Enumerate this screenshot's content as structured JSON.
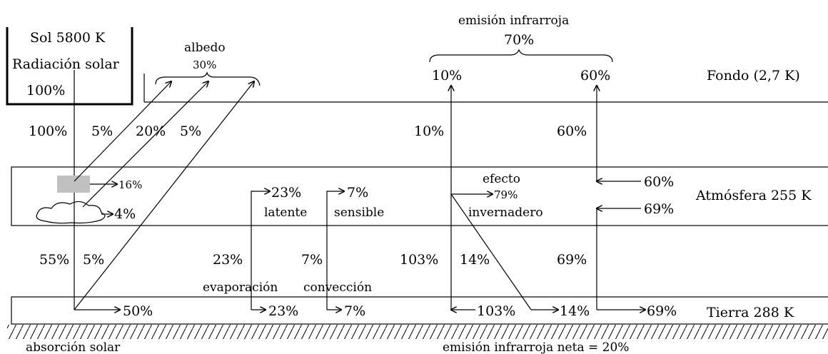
{
  "colors": {
    "ink": "#000000",
    "background": "#ffffff",
    "cloud_cell": "#c0c0c0"
  },
  "sun": {
    "line1": "Sol 5800 K",
    "line2": "Radiación solar",
    "line3": "100%"
  },
  "albedo": {
    "label": "albedo",
    "percent": "30%"
  },
  "ir_emission": {
    "label": "emisión infrarroja",
    "percent": "70%",
    "part_a": "10%",
    "part_b": "60%"
  },
  "layers": {
    "space": "Fondo (2,7 K)",
    "atmosphere": "Atmósfera 255 K",
    "earth": "Tierra 288 K"
  },
  "solar_path": {
    "incoming": "100%",
    "reflect_1": "5%",
    "reflect_2": "20%",
    "reflect_3": "5%",
    "absorbed_atm": "16%",
    "absorbed_cloud": "4%",
    "to_surface": "55%",
    "to_surface_reflect": "5%",
    "absorbed_surface": "50%"
  },
  "fluxes": {
    "latent_value": "23%",
    "latent_label": "latente",
    "latent_up": "23%",
    "evaporation_label": "evaporación",
    "latent_surface": "23%",
    "sensible_value": "7%",
    "sensible_label": "sensible",
    "sensible_up": "7%",
    "convection_label": "convección",
    "sensible_surface": "7%",
    "ir_space_direct": "10%",
    "ir_space_atm": "60%",
    "surface_ir": "103%",
    "surface_ir_bottom": "103%",
    "back_14": "14%",
    "back_14_bottom": "14%",
    "greenhouse_label_1": "efecto",
    "greenhouse_value": "79%",
    "greenhouse_label_2": "invernadero",
    "atm_60": "60%",
    "atm_69": "69%",
    "down_69": "69%",
    "surface_69": "69%"
  },
  "footer": {
    "left": "absorción solar",
    "right": "emisión infrarroja neta = 20%"
  }
}
